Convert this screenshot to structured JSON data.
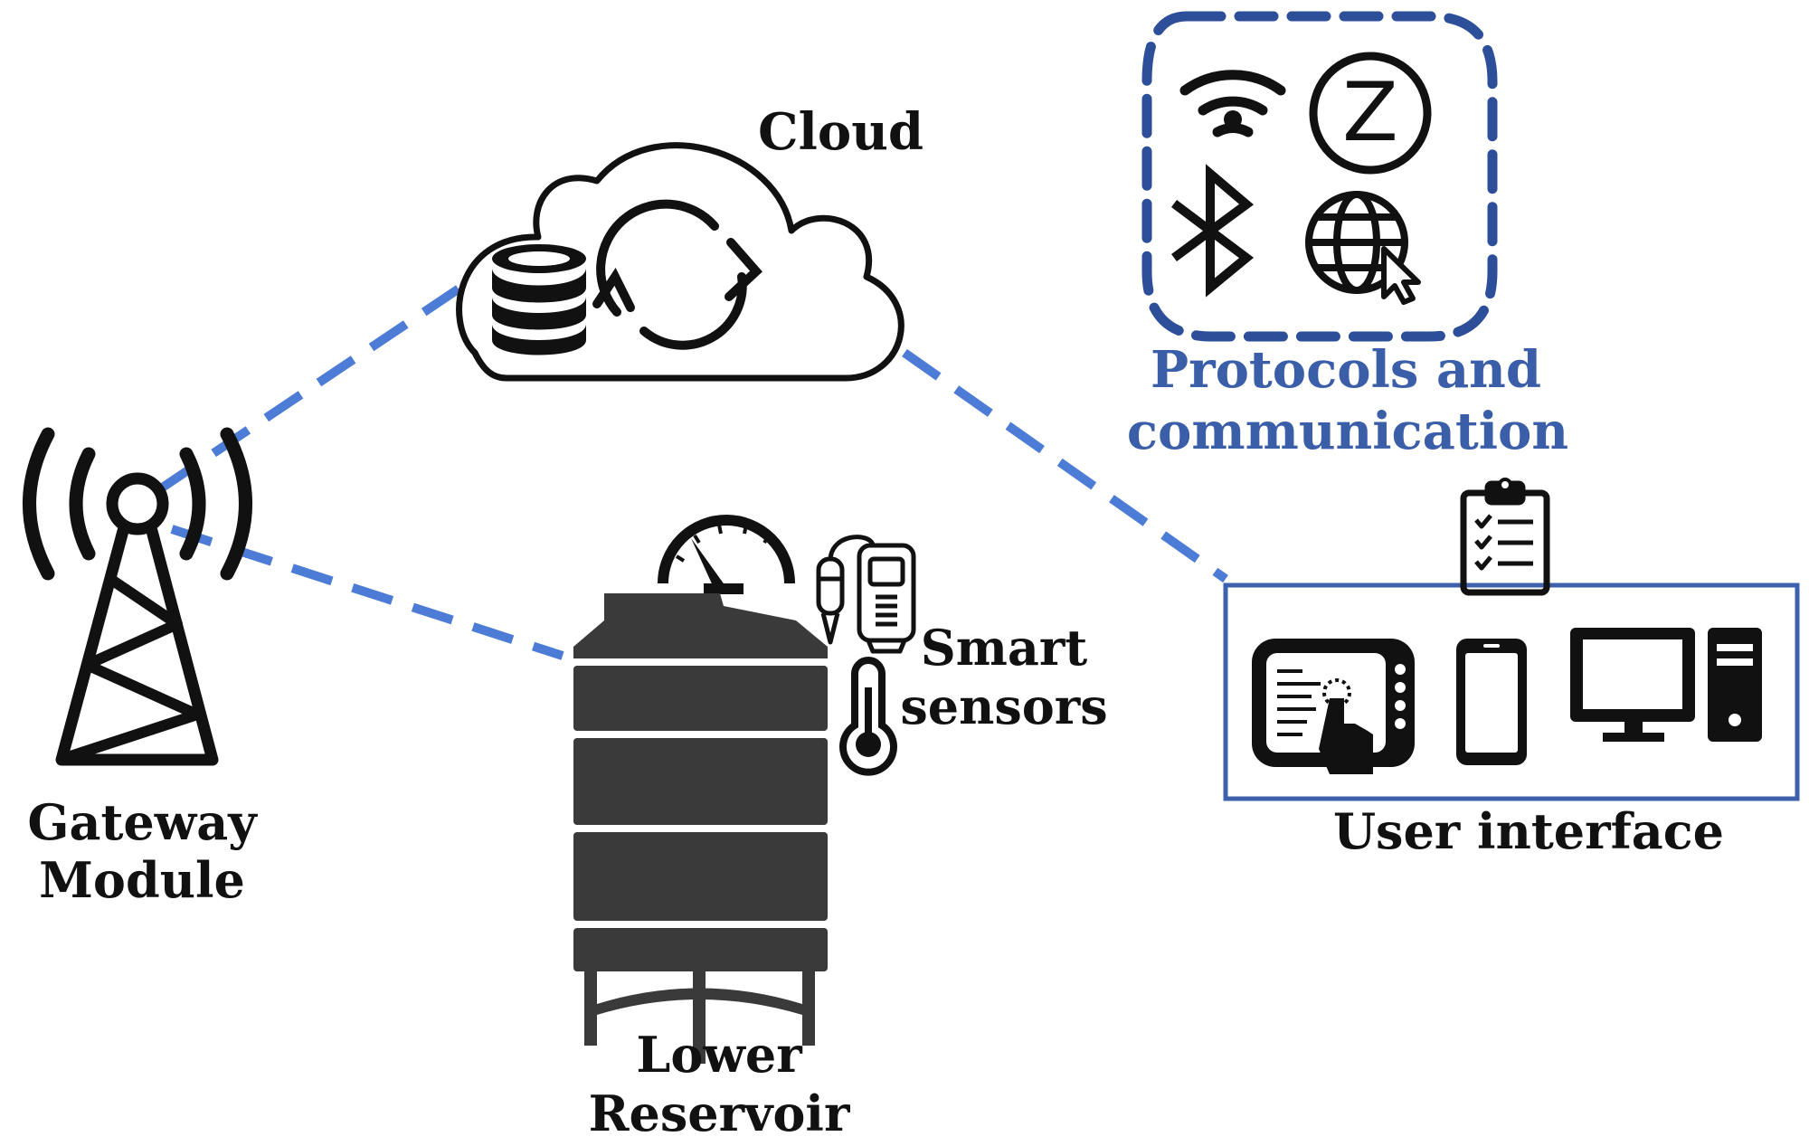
{
  "labels": {
    "cloud": "Cloud",
    "protocols_line1": "Protocols and",
    "protocols_line2": "communication",
    "gateway_line1": "Gateway",
    "gateway_line2": "Module",
    "smart_line1": "Smart",
    "smart_line2": "sensors",
    "reservoir_line1": "Lower",
    "reservoir_line2": "Reservoir",
    "user_interface": "User interface",
    "zigbee_letter": "Z"
  },
  "colors": {
    "ink": "#111111",
    "connector": "#4d7cd6",
    "protocol_border": "#2d4f9a",
    "protocol_text": "#3b5ea8",
    "ui_border": "#3d61ad",
    "tank": "#3a3a3a"
  },
  "icons": [
    "antenna-tower-icon",
    "cloud-icon",
    "database-icon",
    "sync-icon",
    "wifi-icon",
    "zigbee-icon",
    "bluetooth-icon",
    "globe-cursor-icon",
    "gauge-icon",
    "probe-meter-icon",
    "thermometer-icon",
    "water-tank-icon",
    "clipboard-icon",
    "touch-tablet-icon",
    "smartphone-icon",
    "desktop-computer-icon"
  ]
}
